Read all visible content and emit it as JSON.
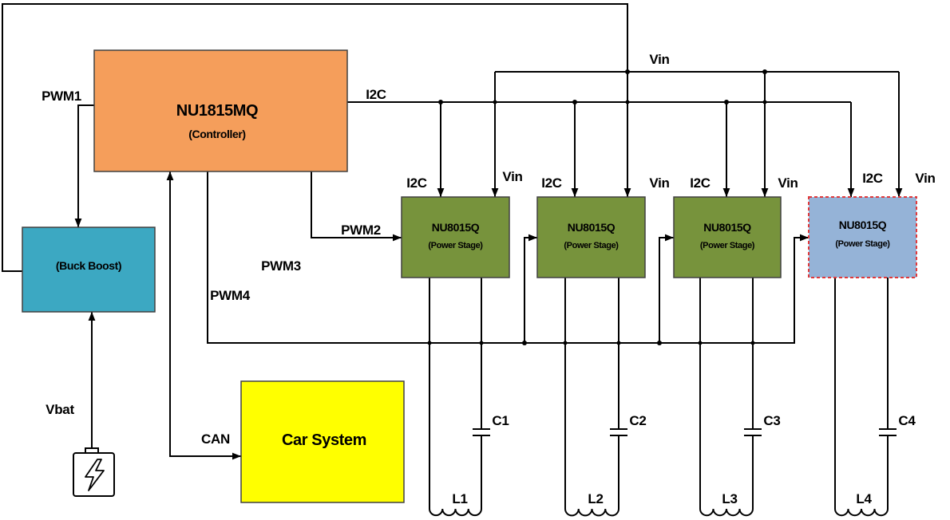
{
  "controller": {
    "title": "NU1815MQ",
    "subtitle": "(Controller)"
  },
  "buck_boost": {
    "label": "(Buck Boost)"
  },
  "car_system": {
    "label": "Car System"
  },
  "power_stages": [
    {
      "title": "NU8015Q",
      "subtitle": "(Power Stage)",
      "i2c_label": "I2C",
      "vin_label": "Vin",
      "capacitor": "C1",
      "inductor": "L1",
      "highlighted": false
    },
    {
      "title": "NU8015Q",
      "subtitle": "(Power Stage)",
      "i2c_label": "I2C",
      "vin_label": "Vin",
      "capacitor": "C2",
      "inductor": "L2",
      "highlighted": false
    },
    {
      "title": "NU8015Q",
      "subtitle": "(Power Stage)",
      "i2c_label": "I2C",
      "vin_label": "Vin",
      "capacitor": "C3",
      "inductor": "L3",
      "highlighted": false
    },
    {
      "title": "NU8015Q",
      "subtitle": "(Power Stage)",
      "i2c_label": "I2C",
      "vin_label": "Vin",
      "capacitor": "C4",
      "inductor": "L4",
      "highlighted": true
    }
  ],
  "signals": {
    "pwm1": "PWM1",
    "pwm2": "PWM2",
    "pwm3": "PWM3",
    "pwm4": "PWM4",
    "i2c_bus": "I2C",
    "vin_bus": "Vin",
    "vbat": "Vbat",
    "can": "CAN"
  },
  "colors": {
    "controller": "#F59E5B",
    "buck_boost": "#3CA8C2",
    "car_system": "#FFFF00",
    "power_stage": "#77933C",
    "power_stage_highlight": "#95B3D7",
    "highlight_border": "#E0393B"
  },
  "icons": {
    "battery": "battery-icon",
    "bolt": "lightning-bolt-icon"
  }
}
